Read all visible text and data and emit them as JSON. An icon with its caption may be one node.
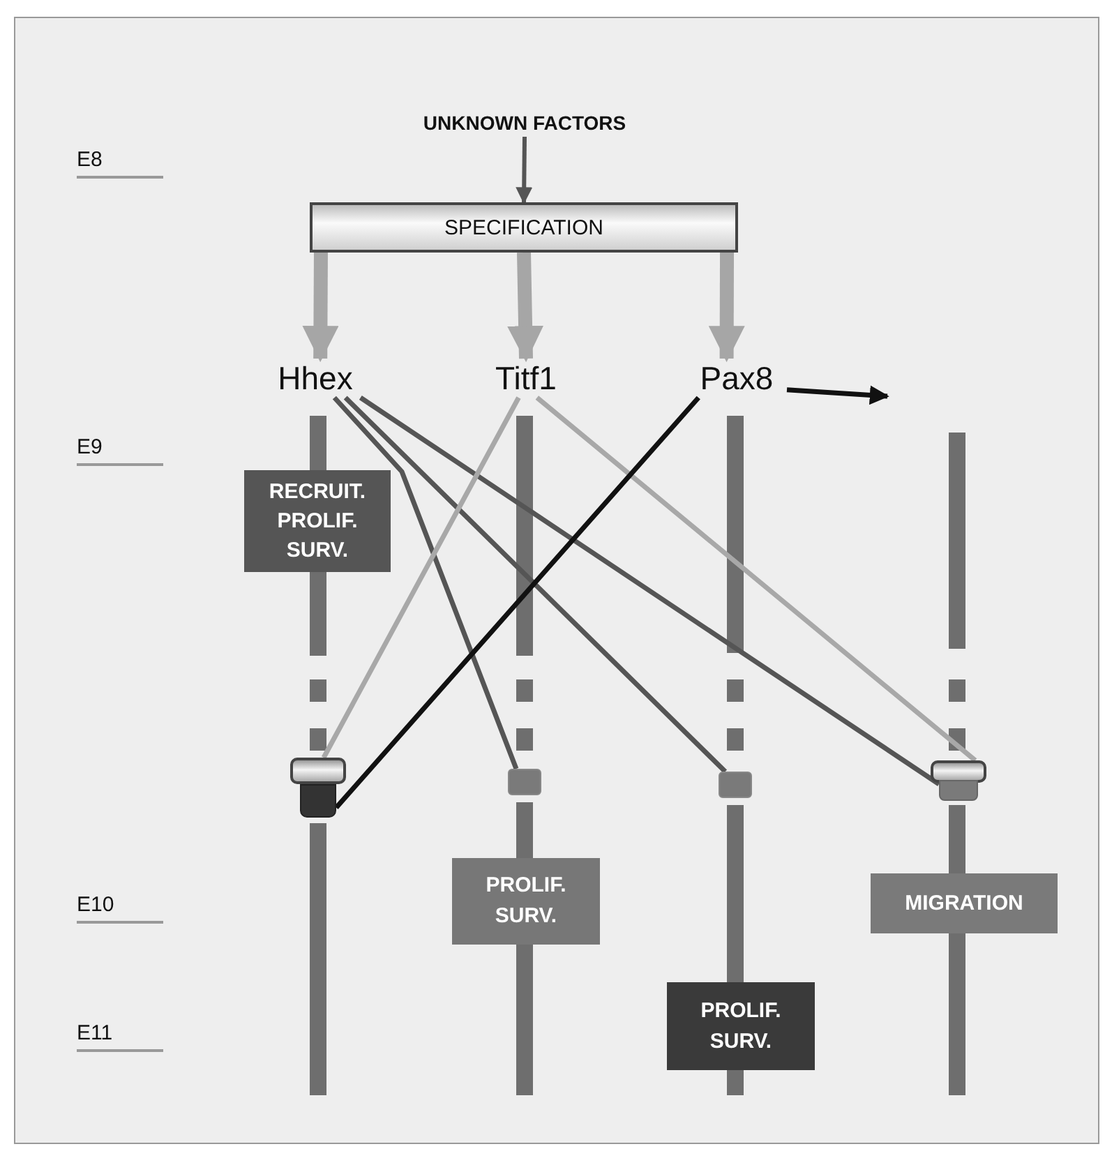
{
  "diagram": {
    "nodes": [
      {
        "text": [
          "UNKNOWN FACTORS"
        ]
      },
      {
        "text": [
          "SPECIFICATION"
        ]
      },
      {
        "text": [
          "Hhex"
        ]
      },
      {
        "text": [
          "Titf1"
        ]
      },
      {
        "text": [
          "Pax8"
        ]
      },
      {
        "text": [
          "RECRUIT. PROLIF. SURV."
        ]
      },
      {
        "text": [
          "PROLIF. SURV."
        ]
      },
      {
        "text": [
          "PROLIF. SURV."
        ]
      },
      {
        "text": [
          "MIGRATION"
        ]
      },
      {
        "text": [],
        "shape": "box"
      },
      {
        "text": [],
        "shape": "box"
      },
      {
        "text": [],
        "shape": "box"
      },
      {
        "text": [],
        "shape": "box"
      },
      {
        "text": [],
        "shape": "box"
      },
      {
        "text": [],
        "shape": "box"
      }
    ],
    "edges": [
      {
        "from": 0,
        "to": 1,
        "arrow": "to"
      },
      {
        "from": 1,
        "to": 2,
        "arrow": "to",
        "style": "thick",
        "color": "#a6a6a6"
      },
      {
        "from": 1,
        "to": 3,
        "arrow": "to",
        "style": "thick",
        "color": "#a6a6a6"
      },
      {
        "from": 1,
        "to": 4,
        "arrow": "to",
        "style": "thick",
        "color": "#a6a6a6"
      },
      {
        "from": 2,
        "to": 11,
        "arrow": "none"
      },
      {
        "from": 2,
        "to": 12,
        "arrow": "none"
      },
      {
        "from": 2,
        "to": 14,
        "arrow": "none"
      },
      {
        "from": 3,
        "to": 9,
        "arrow": "none",
        "color": "#a8a8a8"
      },
      {
        "from": 3,
        "to": 13,
        "arrow": "none",
        "color": "#a8a8a8"
      },
      {
        "from": 4,
        "to": 10,
        "arrow": "none",
        "color": "#111111"
      },
      {
        "from": 4,
        "to": null,
        "arrow": "to",
        "color": "#111111"
      }
    ],
    "labels": [
      "E8",
      "E9",
      "E10",
      "E11"
    ]
  }
}
